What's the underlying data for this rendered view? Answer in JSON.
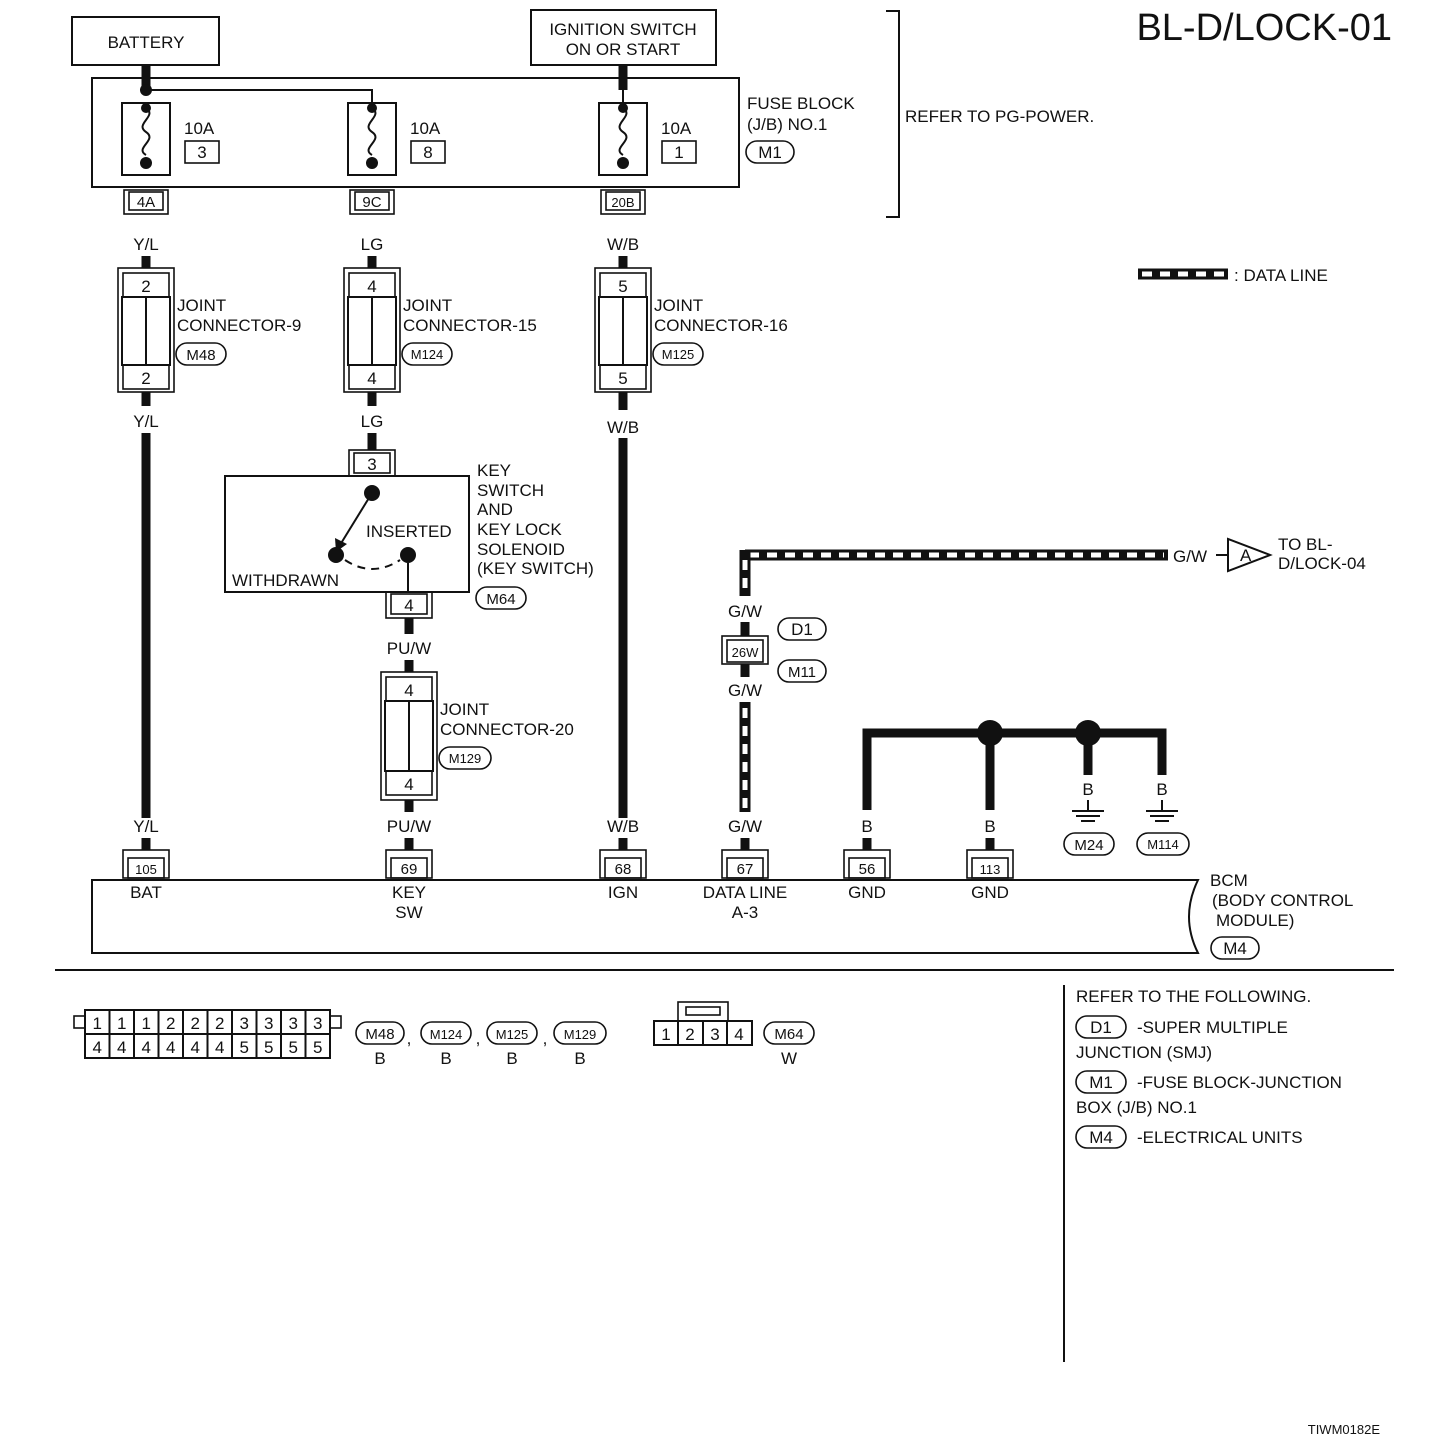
{
  "title": "BL-D/LOCK-01",
  "doc_code": "TIWM0182E",
  "battery_label": "BATTERY",
  "ignition_label": [
    "IGNITION SWITCH",
    "ON OR START"
  ],
  "fuse_block": {
    "label": [
      "FUSE BLOCK",
      "(J/B) NO.1"
    ],
    "conn": "M1",
    "refer": "REFER TO PG-POWER."
  },
  "fuses": [
    {
      "amp": "10A",
      "num": "3",
      "term": "4A"
    },
    {
      "amp": "10A",
      "num": "8",
      "term": "9C"
    },
    {
      "amp": "10A",
      "num": "1",
      "term": "20B"
    }
  ],
  "wire_colors": {
    "yl": "Y/L",
    "lg": "LG",
    "wb": "W/B",
    "puw": "PU/W",
    "gw": "G/W",
    "b": "B"
  },
  "joints": [
    {
      "name": [
        "JOINT",
        "CONNECTOR-9"
      ],
      "conn": "M48",
      "pin_top": "2",
      "pin_bot": "2"
    },
    {
      "name": [
        "JOINT",
        "CONNECTOR-15"
      ],
      "conn": "M124",
      "pin_top": "4",
      "pin_bot": "4"
    },
    {
      "name": [
        "JOINT",
        "CONNECTOR-16"
      ],
      "conn": "M125",
      "pin_top": "5",
      "pin_bot": "5"
    },
    {
      "name": [
        "JOINT",
        "CONNECTOR-20"
      ],
      "conn": "M129",
      "pin_top": "4",
      "pin_bot": "4"
    }
  ],
  "key_switch": {
    "label": [
      "KEY",
      "SWITCH",
      "AND",
      "KEY LOCK",
      "SOLENOID",
      "(KEY SWITCH)"
    ],
    "conn": "M64",
    "pin_top": "3",
    "pin_bot": "4",
    "inserted": "INSERTED",
    "withdrawn": "WITHDRAWN"
  },
  "data_line_legend": ": DATA LINE",
  "smj": {
    "conn1": "D1",
    "conn2": "M11",
    "pin": "26W"
  },
  "to_other": {
    "letter": "A",
    "text": [
      "TO BL-",
      "D/LOCK-04"
    ]
  },
  "grounds": [
    "M24",
    "M114"
  ],
  "bcm": {
    "label": [
      "BCM",
      "(BODY CONTROL",
      "MODULE)"
    ],
    "conn": "M4",
    "pins": [
      {
        "pin": "105",
        "name": [
          "BAT"
        ]
      },
      {
        "pin": "69",
        "name": [
          "KEY",
          "SW"
        ]
      },
      {
        "pin": "68",
        "name": [
          "IGN"
        ]
      },
      {
        "pin": "67",
        "name": [
          "DATA LINE",
          "A-3"
        ]
      },
      {
        "pin": "56",
        "name": [
          "GND"
        ]
      },
      {
        "pin": "113",
        "name": [
          "GND"
        ]
      }
    ]
  },
  "connector_views": {
    "joint_top_pins": [
      "1",
      "1",
      "1",
      "2",
      "2",
      "2",
      "3",
      "3",
      "3",
      "3"
    ],
    "joint_bot_pins": [
      "4",
      "4",
      "4",
      "4",
      "4",
      "4",
      "5",
      "5",
      "5",
      "5"
    ],
    "joint_conns": [
      "M48",
      "M124",
      "M125",
      "M129"
    ],
    "joint_color": "B",
    "sep": ",",
    "key_pins": [
      "1",
      "2",
      "3",
      "4"
    ],
    "key_conn": "M64",
    "key_color": "W"
  },
  "refer_following": {
    "title": "REFER TO THE FOLLOWING.",
    "items": [
      {
        "conn": "D1",
        "text": [
          "-SUPER MULTIPLE",
          "JUNCTION (SMJ)"
        ]
      },
      {
        "conn": "M1",
        "text": [
          "-FUSE BLOCK-JUNCTION",
          "BOX (J/B) NO.1"
        ]
      },
      {
        "conn": "M4",
        "text": [
          "-ELECTRICAL UNITS"
        ]
      }
    ]
  }
}
